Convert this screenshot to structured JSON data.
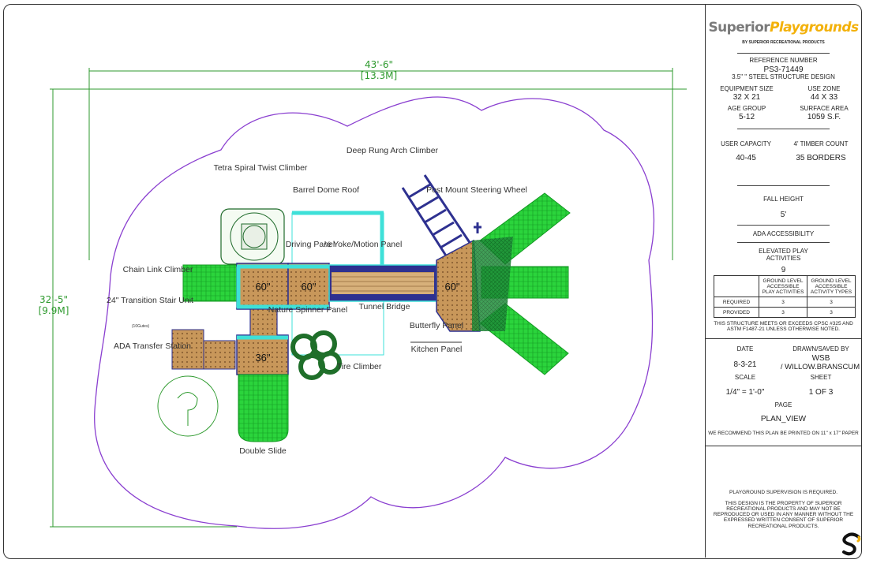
{
  "plan": {
    "dim_width": "43'-6\"",
    "dim_width_metric": "[13.3M]",
    "dim_height": "32'-5\"",
    "dim_height_metric": "[9.9M]",
    "deck_heights": [
      "60\"",
      "60\"",
      "60\"",
      "36\""
    ],
    "labels": {
      "tetra_spiral": "Tetra Spiral Twist Climber",
      "barrel_dome": "Barrel Dome Roof",
      "deep_rung": "Deep Rung Arch Climber",
      "post_mount": "Post Mount Steering Wheel",
      "chain_link": "Chain Link Climber",
      "driving_panel": "Driving Panel",
      "yoke_motion": "½ Yoke/Motion Panel",
      "transition": "24\" Transition Stair Unit",
      "transition_note": "(10Gutes)",
      "nature_spinner": "Nature Spinner Panel",
      "tunnel_bridge": "Tunnel Bridge",
      "butterfly": "Butterfly Panel",
      "kitchen": "Kitchen Panel",
      "ada_transfer": "ADA Transfer Station",
      "tire_climber": "Tire Climber",
      "double_slide": "Double Slide"
    }
  },
  "title_block": {
    "logo_part1": "Superior",
    "logo_part2": "Playgrounds",
    "logo_tagline": "BY SUPERIOR RECREATIONAL PRODUCTS",
    "reference_label": "REFERENCE NUMBER",
    "reference_number": "PS3-71449",
    "structure_design": "3.5\" \" STEEL STRUCTURE DESIGN",
    "equipment_size_label": "EQUIPMENT SIZE",
    "equipment_size": "32 X 21",
    "use_zone_label": "USE ZONE",
    "use_zone": "44 X 33",
    "age_group_label": "AGE GROUP",
    "age_group": "5-12",
    "surface_area_label": "SURFACE AREA",
    "surface_area": "1059 S.F.",
    "user_capacity_label": "USER CAPACITY",
    "user_capacity": "40-45",
    "timber_label": "4' TIMBER COUNT",
    "timber_count": "35 BORDERS",
    "fall_height_label": "FALL HEIGHT",
    "fall_height": "5'",
    "ada_label": "ADA ACCESSIBILITY",
    "elevated_label": "ELEVATED PLAY ACTIVITIES",
    "elevated_count": "9",
    "table": {
      "headers": [
        "",
        "GROUND LEVEL ACCESSIBLE PLAY ACTIVITIES",
        "GROUND LEVEL ACCESSIBLE ACTIVITY TYPES"
      ],
      "rows": [
        [
          "REQUIRED",
          "3",
          "3"
        ],
        [
          "PROVIDED",
          "3",
          "3"
        ]
      ]
    },
    "compliance": "THIS STRUCTURE MEETS OR EXCEEDS CPSC #325 AND ASTM F1487-21 UNLESS OTHERWISE NOTED.",
    "date_label": "DATE",
    "date": "8-3-21",
    "drawn_label": "DRAWN/SAVED BY",
    "drawn_by": "WSB",
    "drawn_by2": "/ WILLOW.BRANSCUM",
    "scale_label": "SCALE",
    "scale": "1/4\" = 1'-0\"",
    "sheet_label": "SHEET",
    "sheet": "1 OF 3",
    "page_label": "PAGE",
    "page": "PLAN_VIEW",
    "print_note": "WE RECOMMEND THIS PLAN BE PRINTED ON 11\" x 17\" PAPER",
    "supervision": "PLAYGROUND SUPERVISION IS REQUIRED.",
    "property_note": "THIS DESIGN IS THE PROPERTY OF SUPERIOR RECREATIONAL PRODUCTS AND MAY NOT BE REPRODUCED OR USED IN ANY MANNER WITHOUT THE EXPRESSED WRITTEN CONSENT OF SUPERIOR RECREATIONAL PRODUCTS."
  },
  "colors": {
    "use_zone": "#8a3fd0",
    "dimension": "#2e9a2e",
    "slide": "#27d43a",
    "deck": "#c8975a",
    "post": "#2e3190",
    "rail": "#3ee0d8",
    "stamp": "#f3b10a"
  }
}
